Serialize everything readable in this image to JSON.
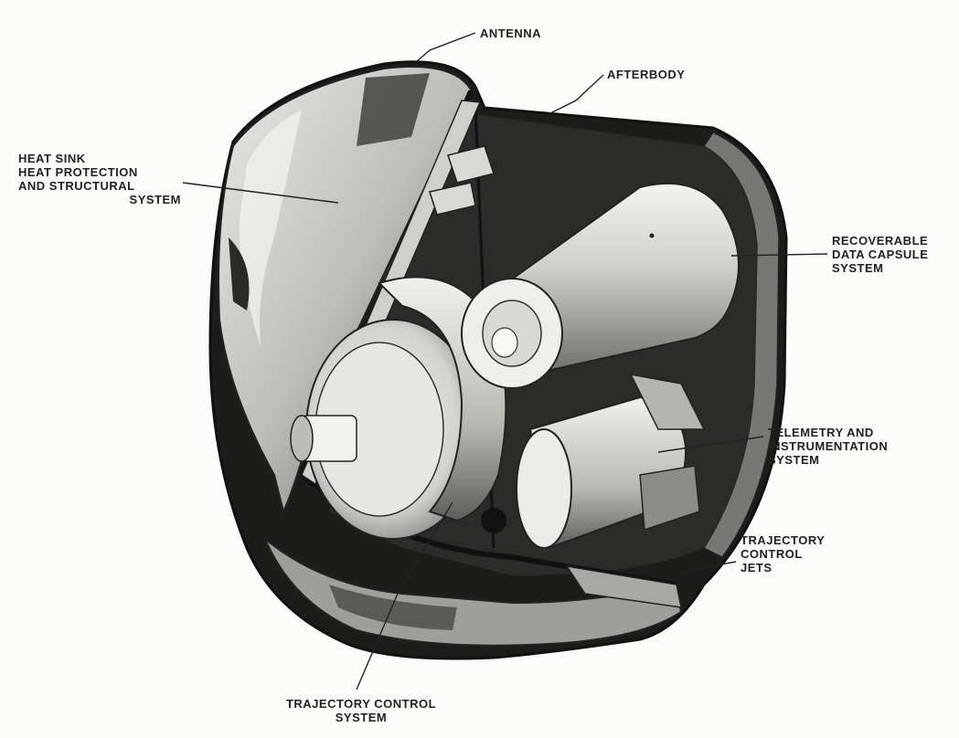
{
  "labels": {
    "antenna": [
      "ANTENNA"
    ],
    "afterbody": [
      "AFTERBODY"
    ],
    "heat_sink": [
      "HEAT SINK",
      "HEAT PROTECTION",
      "AND STRUCTURAL",
      "SYSTEM"
    ],
    "recoverable": [
      "RECOVERABLE",
      "DATA CAPSULE",
      "SYSTEM"
    ],
    "telemetry": [
      "TELEMETRY AND",
      "INSTRUMENTATION",
      "SYSTEM"
    ],
    "trajectory_jets": [
      "TRAJECTORY",
      "CONTROL",
      "JETS"
    ],
    "trajectory_system": [
      "TRAJECTORY CONTROL",
      "SYSTEM"
    ]
  }
}
